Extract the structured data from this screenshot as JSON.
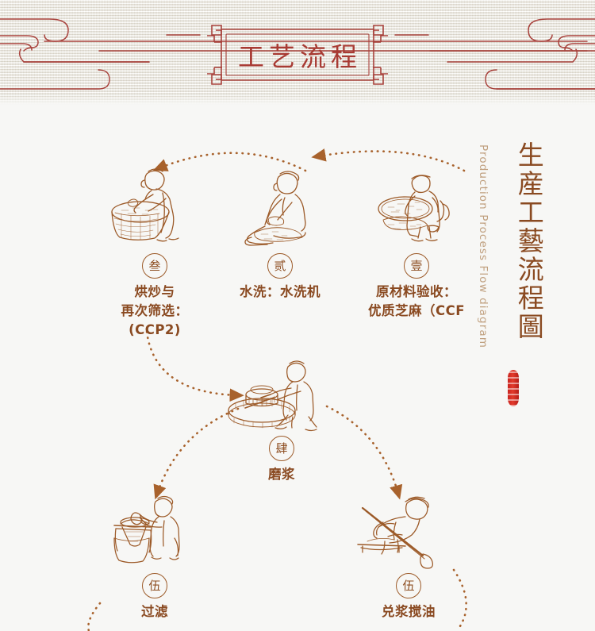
{
  "page": {
    "title": "工艺流程",
    "background_color": "#f7f7f5",
    "banner_color": "#efece3",
    "accent_red": "#a83a33",
    "accent_brown": "#8a4a21"
  },
  "heading": {
    "vertical_cn": "生産工藝流程圖",
    "vertical_en": "Production Process Flow diagram",
    "seal_color": "#c9241f"
  },
  "steps": [
    {
      "id": "step-1",
      "numeral": "壹",
      "label": "原材料验收：\n优质芝麻（CCF",
      "illustration": "sieving-worker-illustration"
    },
    {
      "id": "step-2",
      "numeral": "贰",
      "label": "水洗：水洗机",
      "illustration": "washing-worker-illustration"
    },
    {
      "id": "step-3",
      "numeral": "叁",
      "label": "烘炒与\n再次筛选：(CCP2)",
      "illustration": "roasting-worker-illustration"
    },
    {
      "id": "step-4",
      "numeral": "肆",
      "label": "磨浆",
      "illustration": "millstone-worker-illustration"
    },
    {
      "id": "step-5",
      "numeral": "伍",
      "label": "过滤",
      "illustration": "filtering-worker-illustration"
    },
    {
      "id": "step-6",
      "numeral": "伍",
      "label": "兑浆搅油",
      "illustration": "stirring-worker-illustration"
    }
  ]
}
